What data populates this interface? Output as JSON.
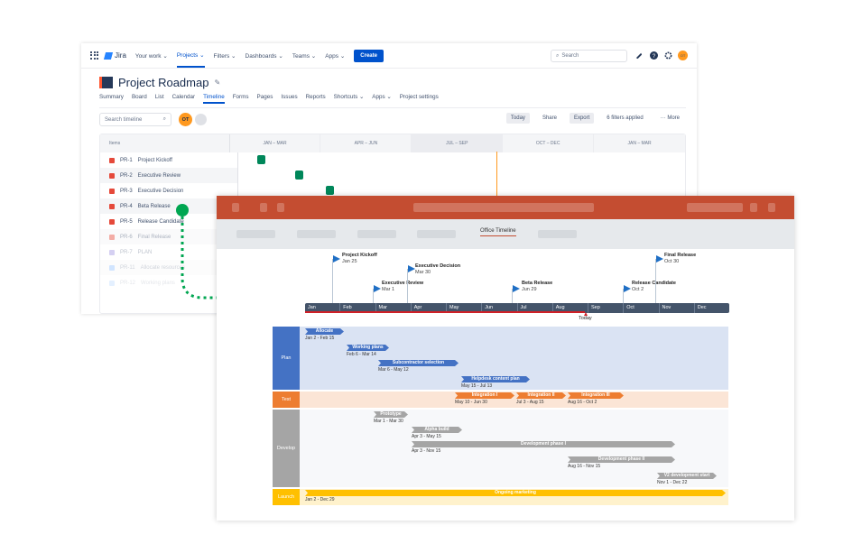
{
  "jira": {
    "nav": {
      "brand": "Jira",
      "items": [
        "Your work ⌄",
        "Projects ⌄",
        "Filters ⌄",
        "Dashboards ⌄",
        "Teams ⌄",
        "Apps ⌄"
      ],
      "create": "Create",
      "search_placeholder": "Search",
      "avatar": "OT"
    },
    "project_title": "Project Roadmap",
    "tabs": [
      "Summary",
      "Board",
      "List",
      "Calendar",
      "Timeline",
      "Forms",
      "Pages",
      "Issues",
      "Reports",
      "Shortcuts ⌄",
      "Apps ⌄",
      "Project settings"
    ],
    "search_timeline": "Search timeline",
    "avatar": "OT",
    "tools": {
      "today": "Today",
      "share": "Share",
      "export": "Export",
      "filters": "6 filters applied",
      "more": "··· More"
    },
    "timeline": {
      "items_header": "Items",
      "quarters": [
        "JAN – MAR",
        "APR – JUN",
        "JUL – SEP",
        "OCT – DEC",
        "JAN – MAR"
      ],
      "rows": [
        {
          "key": "PR-1",
          "name": "Project Kickoff"
        },
        {
          "key": "PR-2",
          "name": "Executive Review"
        },
        {
          "key": "PR-3",
          "name": "Executive Decision"
        },
        {
          "key": "PR-4",
          "name": "Beta Release"
        },
        {
          "key": "PR-5",
          "name": "Release Candidate"
        },
        {
          "key": "PR-6",
          "name": "Final Release"
        },
        {
          "key": "PR-7",
          "name": "PLAN"
        },
        {
          "key": "PR-11",
          "name": "Allocate resources"
        },
        {
          "key": "PR-12",
          "name": "Working plans"
        }
      ]
    }
  },
  "office": {
    "active_tab": "Office Timeline",
    "milestones": [
      {
        "name": "Project Kickoff",
        "date": "Jan 25"
      },
      {
        "name": "Executive Review",
        "date": "Mar 1"
      },
      {
        "name": "Executive Decision",
        "date": "Mar 30"
      },
      {
        "name": "Beta Release",
        "date": "Jun 29"
      },
      {
        "name": "Release Candidate",
        "date": "Oct 2"
      },
      {
        "name": "Final Release",
        "date": "Oct 30"
      }
    ],
    "months": [
      "Jan",
      "Feb",
      "Mar",
      "Apr",
      "May",
      "Jun",
      "Jul",
      "Aug",
      "Sep",
      "Oct",
      "Nov",
      "Dec"
    ],
    "today": "Today",
    "swimlanes": [
      {
        "name": "Plan",
        "color": "#4472c4",
        "tasks": [
          {
            "name": "Allocate resources",
            "dates": "Jan 2 - Feb 15"
          },
          {
            "name": "Working plans",
            "dates": "Feb 6 - Mar 14"
          },
          {
            "name": "Subcontractor selection",
            "dates": "Mar 6 - May 12"
          },
          {
            "name": "Helpdesk content plan",
            "dates": "May 15 - Jul 13"
          }
        ]
      },
      {
        "name": "Test",
        "color": "#ed7d31",
        "tasks": [
          {
            "name": "Integration I",
            "dates": "May 10 - Jun 30"
          },
          {
            "name": "Integration II",
            "dates": "Jul 3 - Aug 15"
          },
          {
            "name": "Integration III",
            "dates": "Aug 16 - Oct 2"
          }
        ]
      },
      {
        "name": "Develop",
        "color": "#a5a5a5",
        "tasks": [
          {
            "name": "Prototype",
            "dates": "Mar 1 - Mar 30"
          },
          {
            "name": "Alpha build",
            "dates": "Apr 3 - May 15"
          },
          {
            "name": "Development phase I",
            "dates": "Apr 3 - Nov 15"
          },
          {
            "name": "Development phase II",
            "dates": "Aug 16 - Nov 15"
          },
          {
            "name": "V2 development start",
            "dates": "Nov 1 - Dec 22"
          }
        ]
      },
      {
        "name": "Launch",
        "color": "#ffc000",
        "tasks": [
          {
            "name": "Ongoing marketing",
            "dates": "Jan 2 - Dec 29"
          }
        ]
      }
    ]
  }
}
